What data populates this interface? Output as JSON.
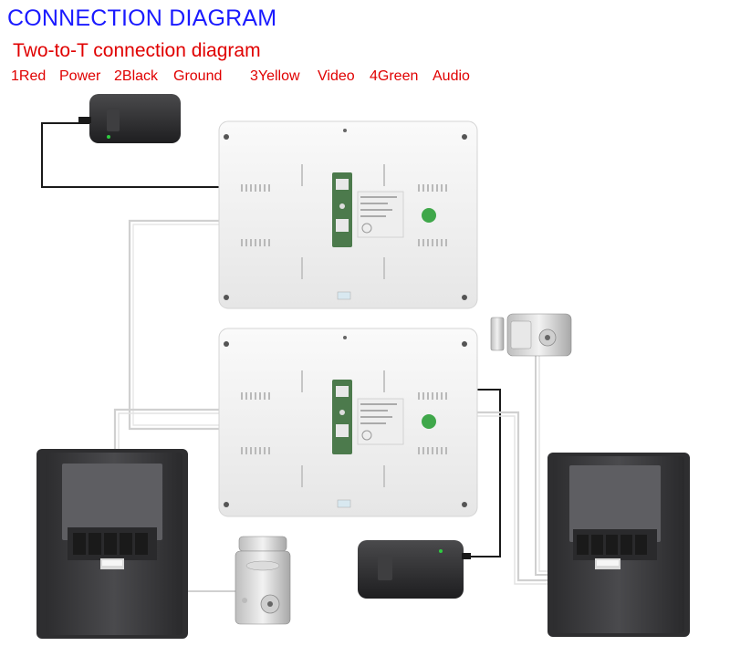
{
  "title": "CONNECTION DIAGRAM",
  "subtitle": "Two-to-T connection diagram",
  "wiring_legend": [
    {
      "number": "1",
      "color": "Red",
      "function": "Power"
    },
    {
      "number": "2",
      "color": "Black",
      "function": "Ground"
    },
    {
      "number": "3",
      "color": "Yellow",
      "function": "Video"
    },
    {
      "number": "4",
      "color": "Green",
      "function": "Audio"
    }
  ],
  "legend_text": [
    "1Red",
    "Power",
    "2Black",
    "Ground",
    "3Yellow",
    "Video",
    "4Green",
    "Audio"
  ],
  "colors": {
    "title": "#1a1aff",
    "subtitle": "#e00000",
    "wire_black": "#1a1a1a",
    "wire_white": "#d8d8d8",
    "monitor_body": "#f1f1f1",
    "outdoor_unit": "#3c3c3e",
    "adapter": "#2e2e30"
  }
}
